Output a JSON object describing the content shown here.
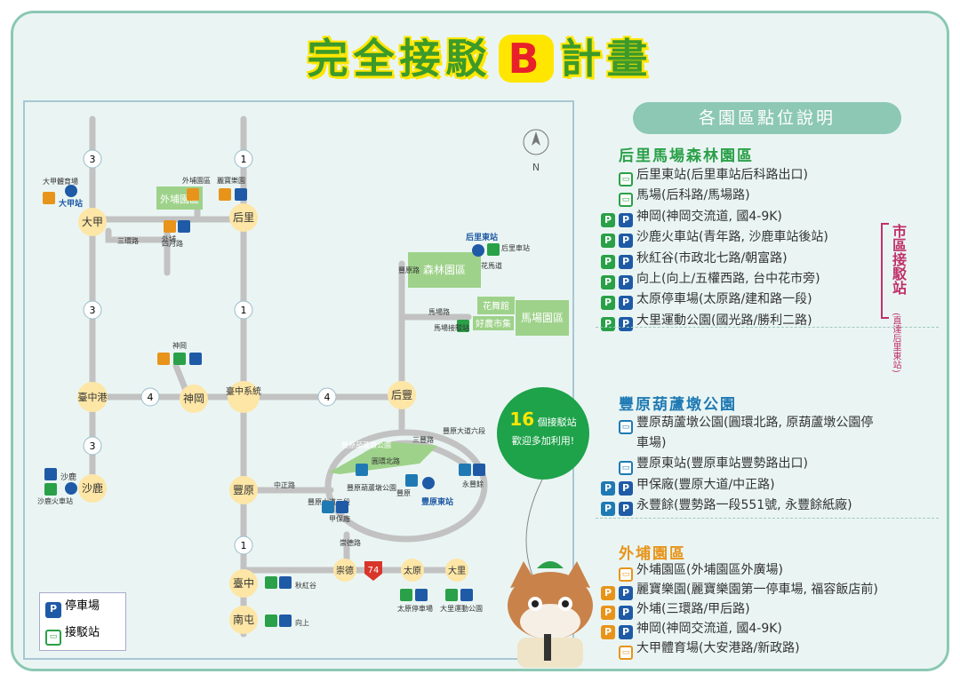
{
  "title": {
    "main": "完全接駁",
    "badge": "B",
    "tail": "計畫"
  },
  "panel": {
    "heading": "各園區點位說明"
  },
  "zones": [
    {
      "name": "后里馬場森林園區",
      "color": "#2aa048",
      "stops": [
        {
          "p": false,
          "bus": true,
          "text": "后里東站(后里車站后科路出口)"
        },
        {
          "p": false,
          "bus": true,
          "text": "馬場(后科路/馬場路)"
        },
        {
          "p": true,
          "bus": true,
          "text": "神岡(神岡交流道, 國4-9K)"
        },
        {
          "p": true,
          "bus": true,
          "text": "沙鹿火車站(青年路, 沙鹿車站後站)"
        },
        {
          "p": true,
          "bus": true,
          "text": "秋紅谷(市政北七路/朝富路)"
        },
        {
          "p": true,
          "bus": true,
          "text": "向上(向上/五權西路, 台中花市旁)"
        },
        {
          "p": true,
          "bus": true,
          "text": "太原停車場(太原路/建和路一段)"
        },
        {
          "p": true,
          "bus": true,
          "text": "大里運動公園(國光路/勝利二路)"
        }
      ]
    },
    {
      "name": "豐原葫蘆墩公園",
      "color": "#1f7ab4",
      "stops": [
        {
          "p": false,
          "bus": true,
          "text": "豐原葫蘆墩公園(圓環北路, 原葫蘆墩公園停"
        },
        {
          "p": false,
          "bus": false,
          "text": "車場)"
        },
        {
          "p": false,
          "bus": true,
          "text": "豐原東站(豐原車站豐勢路出口)"
        },
        {
          "p": true,
          "bus": true,
          "text": "甲保廠(豐原大道/中正路)"
        },
        {
          "p": true,
          "bus": true,
          "text": "永豐餘(豐勢路一段551號, 永豐餘紙廠)"
        }
      ]
    },
    {
      "name": "外埔園區",
      "color": "#e8941a",
      "stops": [
        {
          "p": false,
          "bus": true,
          "text": "外埔園區(外埔園區外廣場)"
        },
        {
          "p": true,
          "bus": true,
          "text": "麗寶樂園(麗寶樂園第一停車場, 福容飯店前)"
        },
        {
          "p": true,
          "bus": true,
          "text": "外埔(三環路/甲后路)"
        },
        {
          "p": true,
          "bus": true,
          "text": "神岡(神岡交流道, 國4-9K)"
        },
        {
          "p": false,
          "bus": true,
          "text": "大甲體育場(大安港路/新政路)"
        }
      ]
    }
  ],
  "city_note": {
    "main": "市區接駁站",
    "sub": "(直達后里東站)"
  },
  "bubble": {
    "count": "16",
    "unit": "個接駁站",
    "line2": "歡迎多加利用!"
  },
  "legend": {
    "parking": "停車場",
    "shuttle": "接駁站",
    "p_glyph": "P"
  },
  "map": {
    "compass": "N",
    "nodes": {
      "dajia": "大甲",
      "houli": "后里",
      "taichung_port": "臺中港",
      "shengang": "神岡",
      "taichung_sys": "臺中系統",
      "houfeng": "后豐",
      "shalu": "沙鹿",
      "fengyuan": "豐原",
      "taichung": "臺中",
      "nantun": "南屯",
      "chongde": "崇德",
      "taiyuan": "太原",
      "dali": "大里"
    },
    "routes": {
      "r3": "3",
      "r1": "1",
      "r4": "4",
      "r74": "74"
    },
    "areas": {
      "waipu": "外埔園區",
      "forest": "森林園區",
      "horse": "馬場園區",
      "flower": "花舞館",
      "market": "好農市集"
    },
    "roads": {
      "sanhuan": "三環路",
      "siyue": "四月路",
      "fengyuan_rd": "豐原路",
      "huayan": "花馬道",
      "machang": "馬場路",
      "fengyuan_ave": "豐原大道六段",
      "sanfeng": "三豐路",
      "yuanhuan_n": "圓環北路",
      "zhongzheng": "中正路",
      "fengyuan_ave2": "豐原大道二段",
      "chongde_rd": "崇德路",
      "park_ring": "豐原葫蘆墩公園"
    },
    "stops": {
      "dajia_st": "大甲站",
      "dajia_gym": "大甲體育場",
      "waipu_park": "外埔園區",
      "libao": "麗寶樂園",
      "waipu": "外埔",
      "shengang": "神岡",
      "houli_east": "后里東站",
      "houli_st": "后里車站",
      "machang": "馬場接駁站",
      "shalu_st": "沙鹿",
      "shalu_train": "沙鹿火車站",
      "fy_east": "豐原東站",
      "fy_park": "豐原葫蘆墩公園",
      "fy_station": "豐原",
      "jiabao": "甲保廠",
      "yongfengyu": "永豐餘",
      "qiuhonggu": "秋紅谷",
      "xiangshang": "向上",
      "taiyuan_lot": "太原停車場",
      "dali_park": "大里運動公園"
    }
  }
}
